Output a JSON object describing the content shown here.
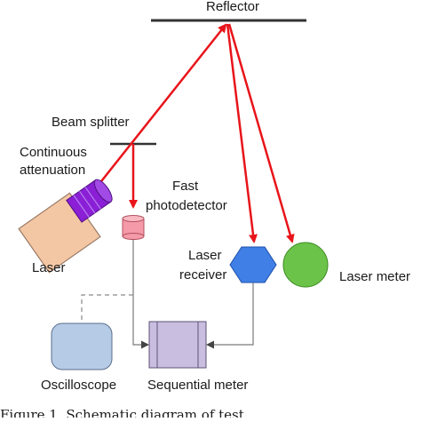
{
  "labels": {
    "reflector": "Reflector",
    "beam_splitter": "Beam splitter",
    "continuous_attenuation_line1": "Continuous",
    "continuous_attenuation_line2": "attenuation",
    "fast_photodetector_line1": "Fast",
    "fast_photodetector_line2": "photodetector",
    "laser": "Laser",
    "laser_receiver_line1": "Laser",
    "laser_receiver_line2": "receiver",
    "laser_meter": "Laser meter",
    "oscilloscope": "Oscilloscope",
    "sequential_meter": "Sequential meter"
  },
  "caption": "Figure 1. Schematic diagram of test",
  "colors": {
    "beam": "#e8141a",
    "laser_body": "#f4c7a4",
    "laser_body_stroke": "#9a7a66",
    "attenuator": "#8a1fd6",
    "photodetector": "#f59aa8",
    "receiver": "#3f7fe6",
    "laser_meter": "#6cc34a",
    "oscilloscope": "#b6cbe6",
    "sequential_meter": "#c9bde0",
    "wire": "#7a7a7a",
    "wire_dashed": "#8a8a8a",
    "bar": "#333333"
  }
}
